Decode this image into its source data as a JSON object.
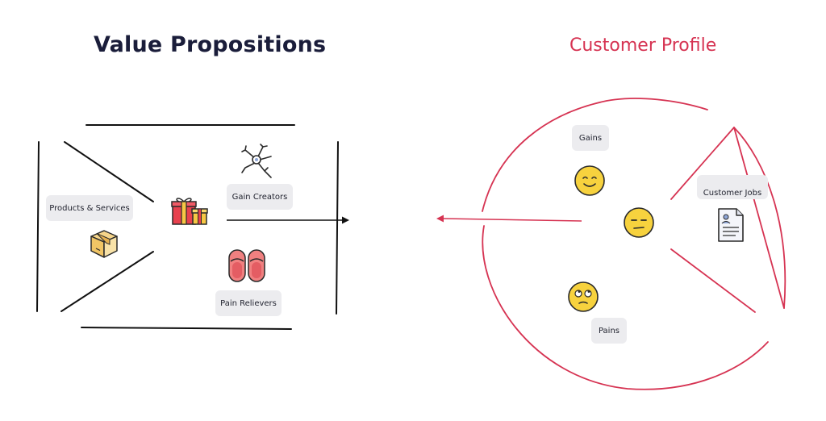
{
  "value_propositions": {
    "title": "Value Propositions",
    "labels": {
      "products_services": "Products & Services",
      "gain_creators": "Gain Creators",
      "pain_relievers": "Pain Relievers"
    },
    "icons": [
      "box-icon",
      "gift-icon",
      "neuron-icon",
      "slippers-icon"
    ]
  },
  "customer_profile": {
    "title": "Customer Profile",
    "labels": {
      "gains": "Gains",
      "customer_jobs": "Customer Jobs",
      "pains": "Pains"
    },
    "icons": [
      "smiling-face-icon",
      "neutral-face-icon",
      "eye-roll-face-icon",
      "document-icon"
    ]
  },
  "colors": {
    "title_dark": "#1a1d3a",
    "accent_red": "#d63352",
    "label_bg": "#ececef",
    "line_dark": "#111111"
  }
}
